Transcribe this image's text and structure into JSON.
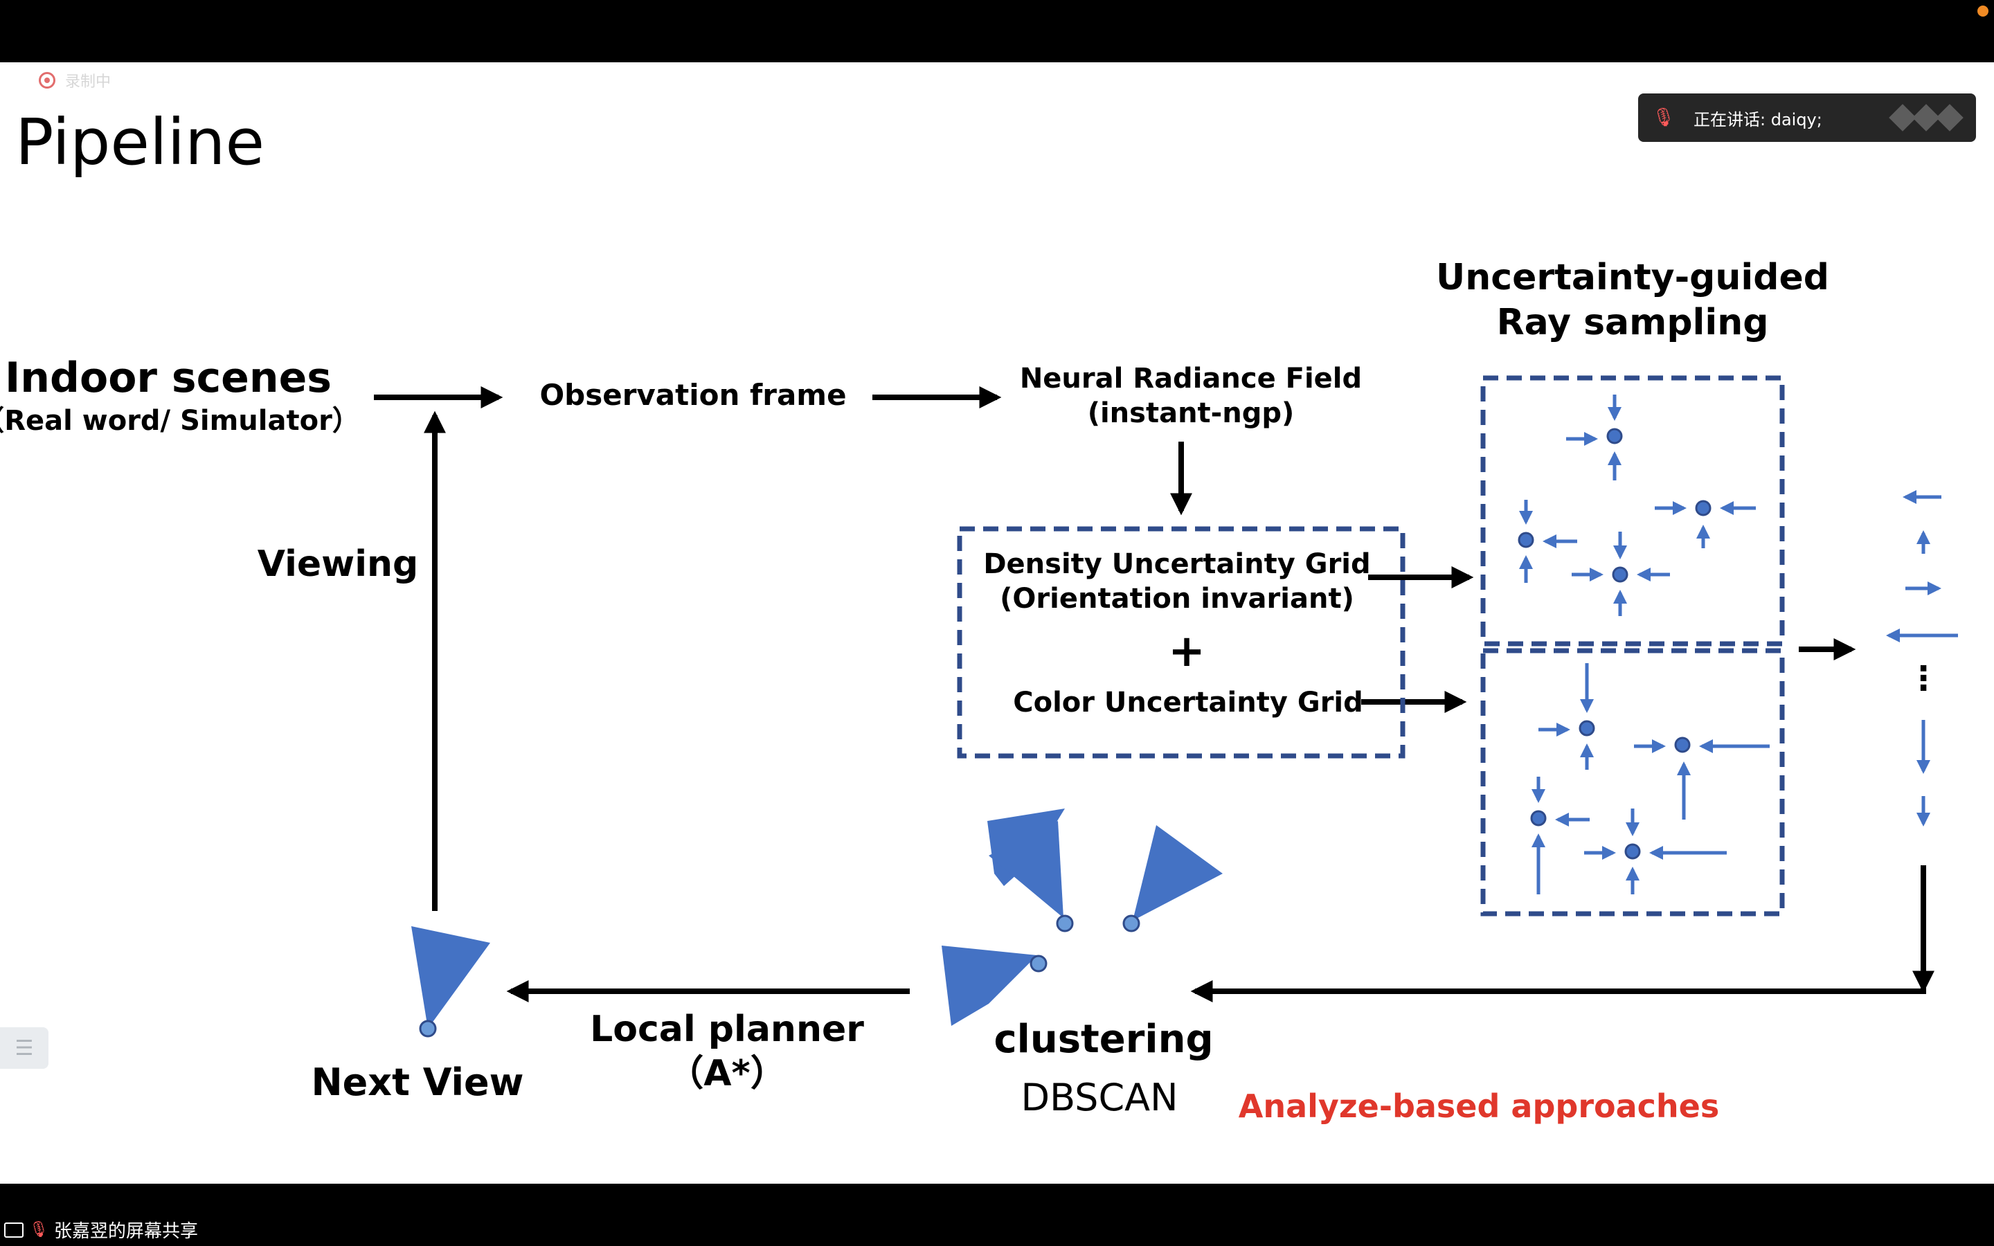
{
  "meeting": {
    "recording_label": "录制中",
    "speaking_label": "正在讲话: daiqy;",
    "screen_share_label": "张嘉翌的屏幕共享"
  },
  "slide": {
    "title": "Pipeline",
    "indoor_title": "Indoor scenes",
    "indoor_subtitle": "（Real word/ Simulator）",
    "observation": "Observation frame",
    "nerf_line1": "Neural Radiance Field",
    "nerf_line2": "(instant-ngp)",
    "sampling_line1": "Uncertainty-guided",
    "sampling_line2": "Ray sampling",
    "density_line1": "Density Uncertainty Grid",
    "density_line2": "(Orientation invariant)",
    "plus": "+",
    "color_grid": "Color Uncertainty Grid",
    "viewing": "Viewing",
    "local_planner_line1": "Local planner",
    "local_planner_line2": "（A*）",
    "clustering": "clustering",
    "dbscan": "DBSCAN",
    "next_view": "Next View",
    "analyze": "Analyze-based approaches",
    "ellipsis": "⋮"
  },
  "colors": {
    "accent_blue": "#4472c4",
    "dash_blue": "#2f4b8a",
    "red": "#e0372b"
  },
  "icons": [
    "mic-off-icon",
    "screen-share-icon",
    "list-menu-icon",
    "record-icon"
  ]
}
